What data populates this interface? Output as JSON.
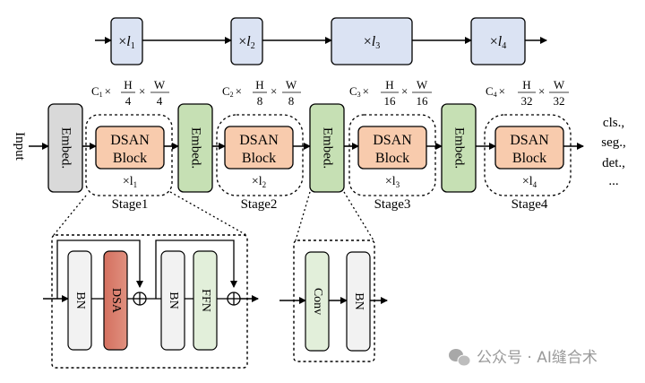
{
  "colors": {
    "repeat_box": "#dbe3f3",
    "embed_first": "#d9d9d9",
    "embed": "#c6e0b4",
    "dsan_block": "#f8cbad",
    "bn": "#f2f2f2",
    "dsa": "#d97b6a",
    "ffn": "#e2efda",
    "conv": "#e2efda",
    "stroke": "#000000",
    "watermark": "#9a9a9a"
  },
  "top_row": {
    "boxes": [
      {
        "prefix": "×",
        "var": "l",
        "sub": "1"
      },
      {
        "prefix": "×",
        "var": "l",
        "sub": "2"
      },
      {
        "prefix": "×",
        "var": "l",
        "sub": "3"
      },
      {
        "prefix": "×",
        "var": "l",
        "sub": "4"
      }
    ]
  },
  "main_row": {
    "input_label": "Input",
    "embed_label": "Embed.",
    "dims": [
      {
        "c": "C",
        "c_sub": "1",
        "h": "H",
        "h_den": "4",
        "w": "W",
        "w_den": "4",
        "times": "×"
      },
      {
        "c": "C",
        "c_sub": "2",
        "h": "H",
        "h_den": "8",
        "w": "W",
        "w_den": "8",
        "times": "×"
      },
      {
        "c": "C",
        "c_sub": "3",
        "h": "H",
        "h_den": "16",
        "w": "W",
        "w_den": "16",
        "times": "×"
      },
      {
        "c": "C",
        "c_sub": "4",
        "h": "H",
        "h_den": "32",
        "w": "W",
        "w_den": "32",
        "times": "×"
      }
    ],
    "stages": [
      {
        "block_line1": "DSAN",
        "block_line2": "Block",
        "repeat": "×l",
        "repeat_sub": "1",
        "label": "Stage1"
      },
      {
        "block_line1": "DSAN",
        "block_line2": "Block",
        "repeat": "×l",
        "repeat_sub": "2",
        "label": "Stage2"
      },
      {
        "block_line1": "DSAN",
        "block_line2": "Block",
        "repeat": "×l",
        "repeat_sub": "3",
        "label": "Stage3"
      },
      {
        "block_line1": "DSAN",
        "block_line2": "Block",
        "repeat": "×l",
        "repeat_sub": "4",
        "label": "Stage4"
      }
    ],
    "outputs": [
      "cls.,",
      "seg.,",
      "det.,",
      "..."
    ]
  },
  "dsan_detail": {
    "bn1": "BN",
    "dsa": "DSA",
    "bn2": "BN",
    "ffn": "FFN",
    "add_symbol": "⊕"
  },
  "embed_detail": {
    "conv": "Conv",
    "bn": "BN"
  },
  "watermark": {
    "text": "公众号 · AI缝合术"
  }
}
